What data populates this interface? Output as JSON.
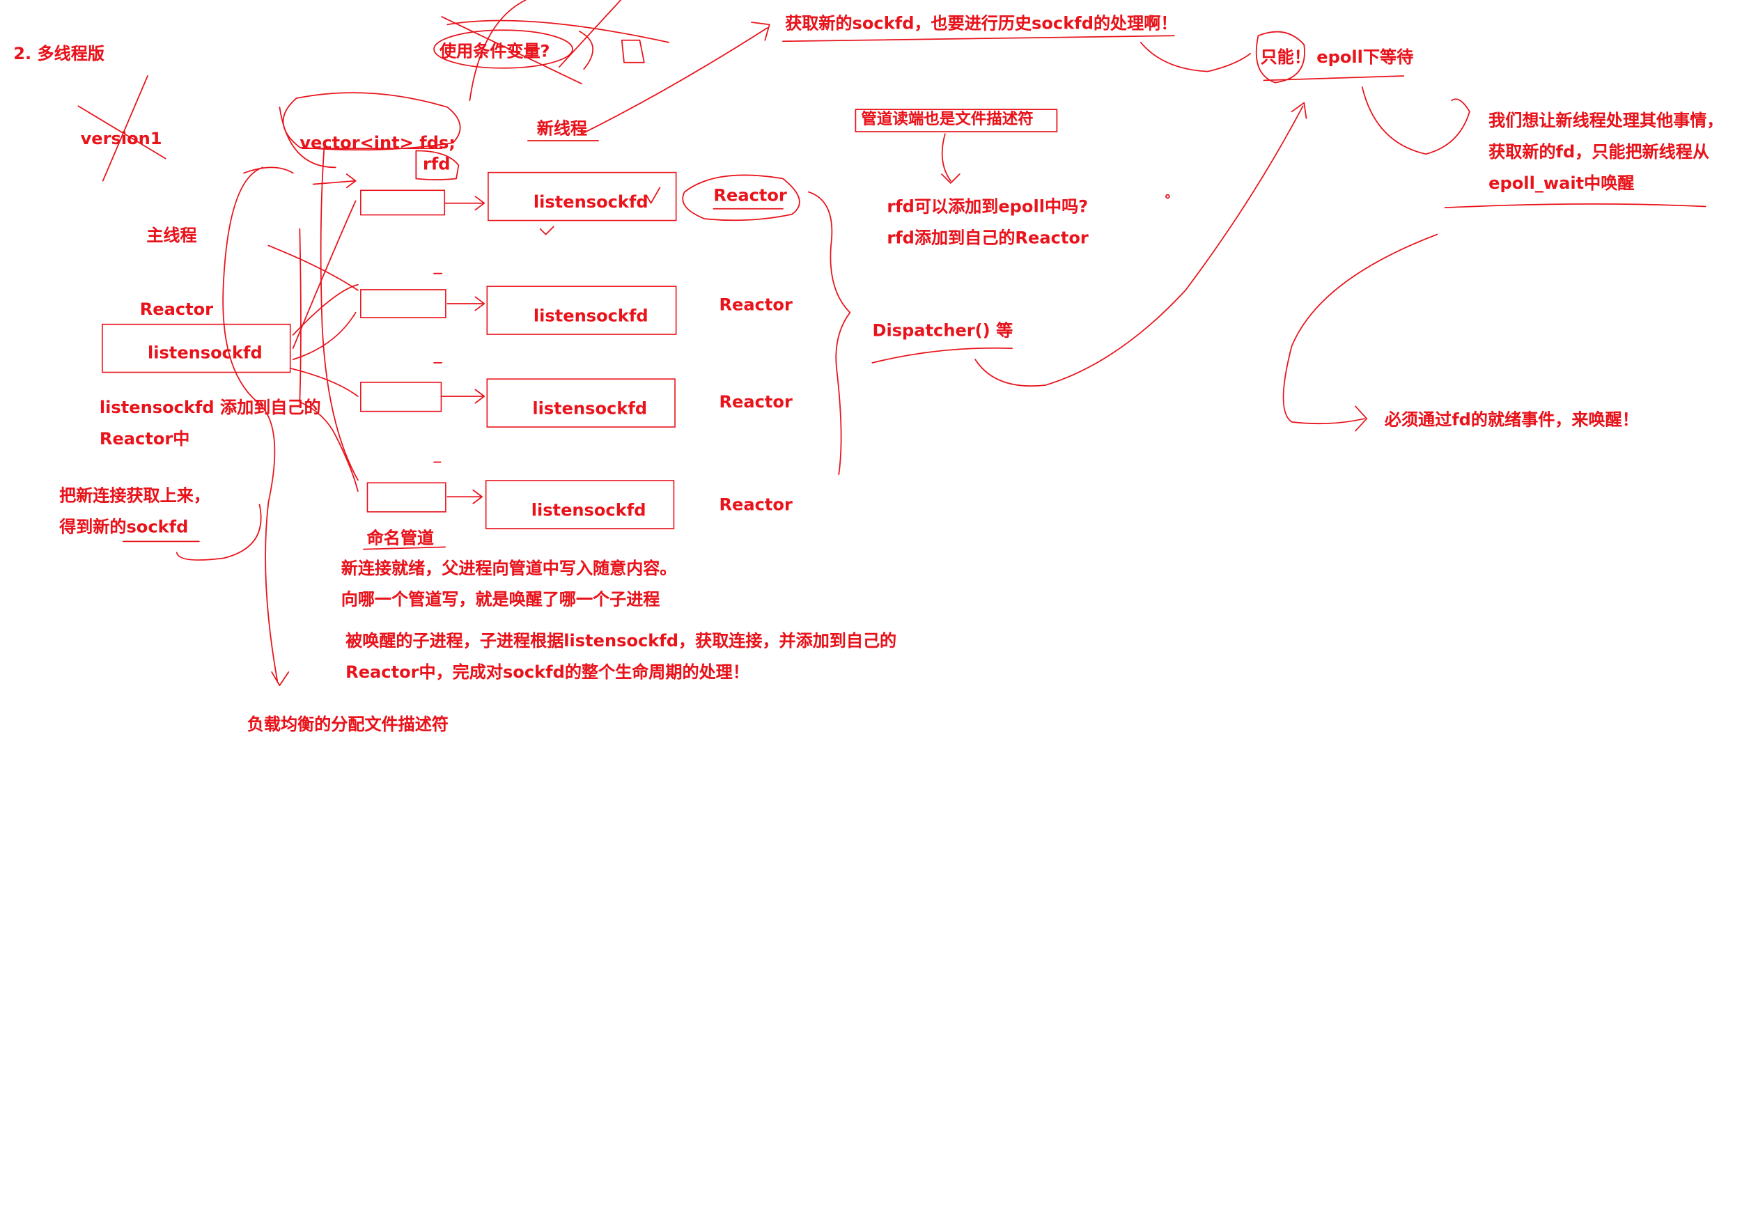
{
  "colors": {
    "ink": "#e8131b",
    "background": "#ffffff"
  },
  "title": "2. 多线程版",
  "version": "version1",
  "top_question": "使用条件变量?",
  "vector_decl": "vector<int> fds;",
  "rfd": "rfd",
  "new_thread": "新线程",
  "top_note": "获取新的sockfd，也要进行历史sockfd的处理啊！",
  "only_wait": "只能！ epoll下等待",
  "right_note": [
    "我们想让新线程处理其他事情，",
    "获取新的fd，只能把新线程从",
    "epoll_wait中唤醒"
  ],
  "pipe_note": "管道读端也是文件描述符",
  "rfd_questions": [
    "rfd可以添加到epoll中吗?",
    "rfd添加到自己的Reactor"
  ],
  "dispatcher": "Dispatcher() 等",
  "wake_note": "必须通过fd的就绪事件，来唤醒！",
  "main_thread": "主线程",
  "main_reactor": "Reactor",
  "main_listen": "listensockfd",
  "main_note": [
    "listensockfd 添加到自己的",
    "Reactor中"
  ],
  "accept_note": [
    "把新连接获取上来，",
    "得到新的sockfd"
  ],
  "workers": [
    {
      "listen": "listensockfd",
      "reactor": "Reactor"
    },
    {
      "listen": "listensockfd",
      "reactor": "Reactor"
    },
    {
      "listen": "listensockfd",
      "reactor": "Reactor"
    },
    {
      "listen": "listensockfd",
      "reactor": "Reactor"
    }
  ],
  "named_pipe": "命名管道",
  "pipe_desc": [
    "新连接就绪，父进程向管道中写入随意内容。",
    "向哪一个管道写，就是唤醒了哪一个子进程"
  ],
  "child_desc": [
    "被唤醒的子进程，子进程根据listensockfd，获取连接，并添加到自己的",
    "Reactor中，完成对sockfd的整个生命周期的处理！"
  ],
  "bottom_note": "负载均衡的分配文件描述符"
}
